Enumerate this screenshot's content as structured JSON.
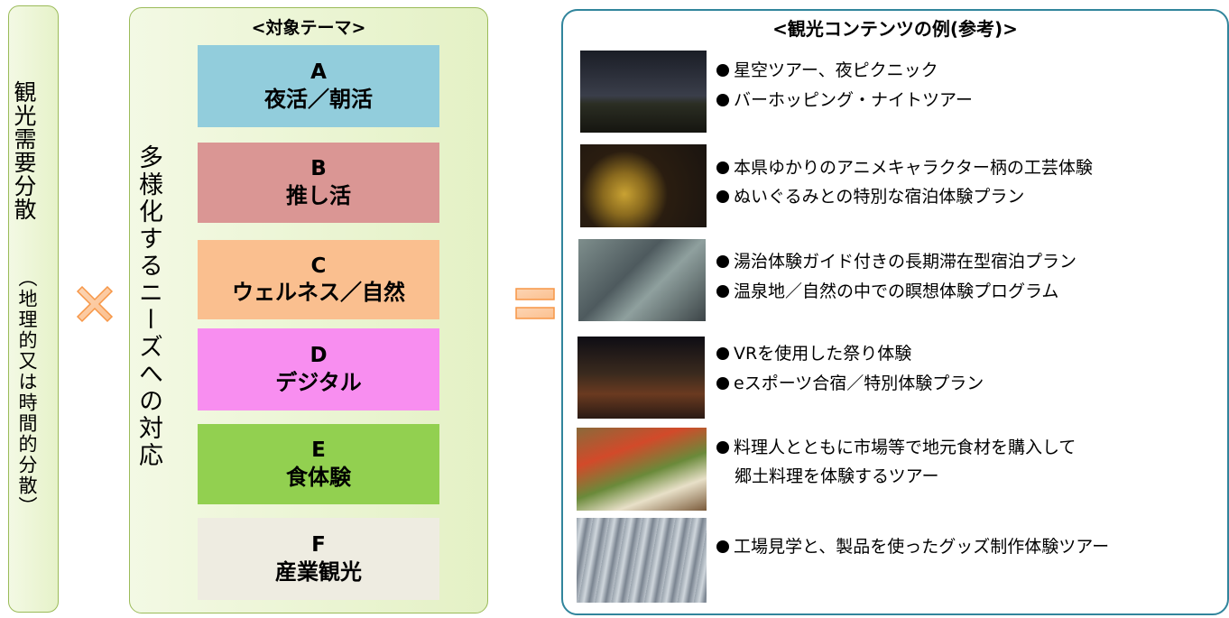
{
  "left": {
    "main": "観光需要分散",
    "sub": "（地理的又は時間的分散）"
  },
  "middle": {
    "title": "<対象テーマ>",
    "vertical": "多様化するニーズへの対応",
    "themes": [
      {
        "letter": "A",
        "name": "夜活／朝活",
        "color": "#92cddc"
      },
      {
        "letter": "B",
        "name": "推し活",
        "color": "#da9694"
      },
      {
        "letter": "C",
        "name": "ウェルネス／自然",
        "color": "#fabf8f"
      },
      {
        "letter": "D",
        "name": "デジタル",
        "color": "#f88ef0"
      },
      {
        "letter": "E",
        "name": "食体験",
        "color": "#92d050"
      },
      {
        "letter": "F",
        "name": "産業観光",
        "color": "#eeece1"
      }
    ]
  },
  "right": {
    "title": "<観光コンテンツの例(参考)>",
    "examples": [
      {
        "photo": "night-sky-photo",
        "lines": [
          "星空ツアー、夜ピクニック",
          "バーホッピング・ナイトツアー"
        ]
      },
      {
        "photo": "craft-plate-photo",
        "lines": [
          "本県ゆかりのアニメキャラクター柄の工芸体験",
          "ぬいぐるみとの特別な宿泊体験プラン"
        ]
      },
      {
        "photo": "hot-spring-photo",
        "lines": [
          "湯治体験ガイド付きの長期滞在型宿泊プラン",
          "温泉地／自然の中での瞑想体験プログラム"
        ]
      },
      {
        "photo": "festival-photo",
        "lines": [
          "VRを使用した祭り体験",
          "eスポーツ合宿／特別体験プラン"
        ]
      },
      {
        "photo": "market-photo",
        "lines": [
          "料理人とともに市場等で地元食材を購入して",
          "郷土料理を体験するツアー"
        ]
      },
      {
        "photo": "factory-photo",
        "lines": [
          "工場見学と、製品を使ったグッズ制作体験ツアー"
        ]
      }
    ]
  },
  "colors": {
    "panel_border": "#9bbb59",
    "right_border": "#31859c",
    "operator": "#f79646"
  }
}
